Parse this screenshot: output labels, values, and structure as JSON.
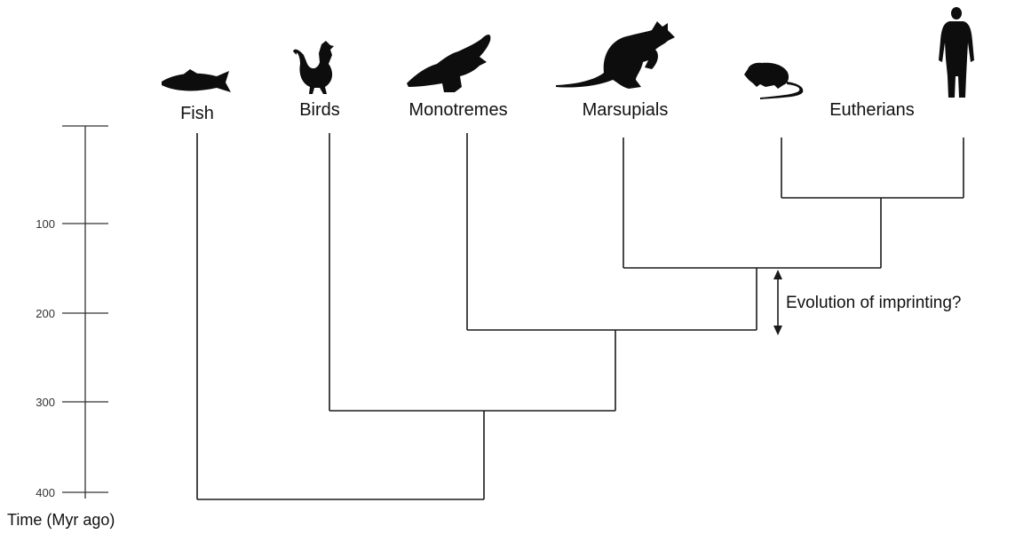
{
  "taxa": [
    {
      "label": "Fish",
      "icon": "fish-silhouette-icon"
    },
    {
      "label": "Birds",
      "icon": "rooster-silhouette-icon"
    },
    {
      "label": "Monotremes",
      "icon": "platypus-silhouette-icon"
    },
    {
      "label": "Marsupials",
      "icon": "wallaby-silhouette-icon"
    },
    {
      "label": "Eutherians",
      "icon": "mouse-and-human-silhouette-icon"
    }
  ],
  "axis": {
    "title": "Time (Myr ago)",
    "ticks": [
      "100",
      "200",
      "300",
      "400"
    ]
  },
  "annotation": {
    "text": "Evolution of imprinting?"
  },
  "colors": {
    "line": "#1a1a1a",
    "silhouette": "#0d0d0d",
    "background": "#ffffff"
  }
}
